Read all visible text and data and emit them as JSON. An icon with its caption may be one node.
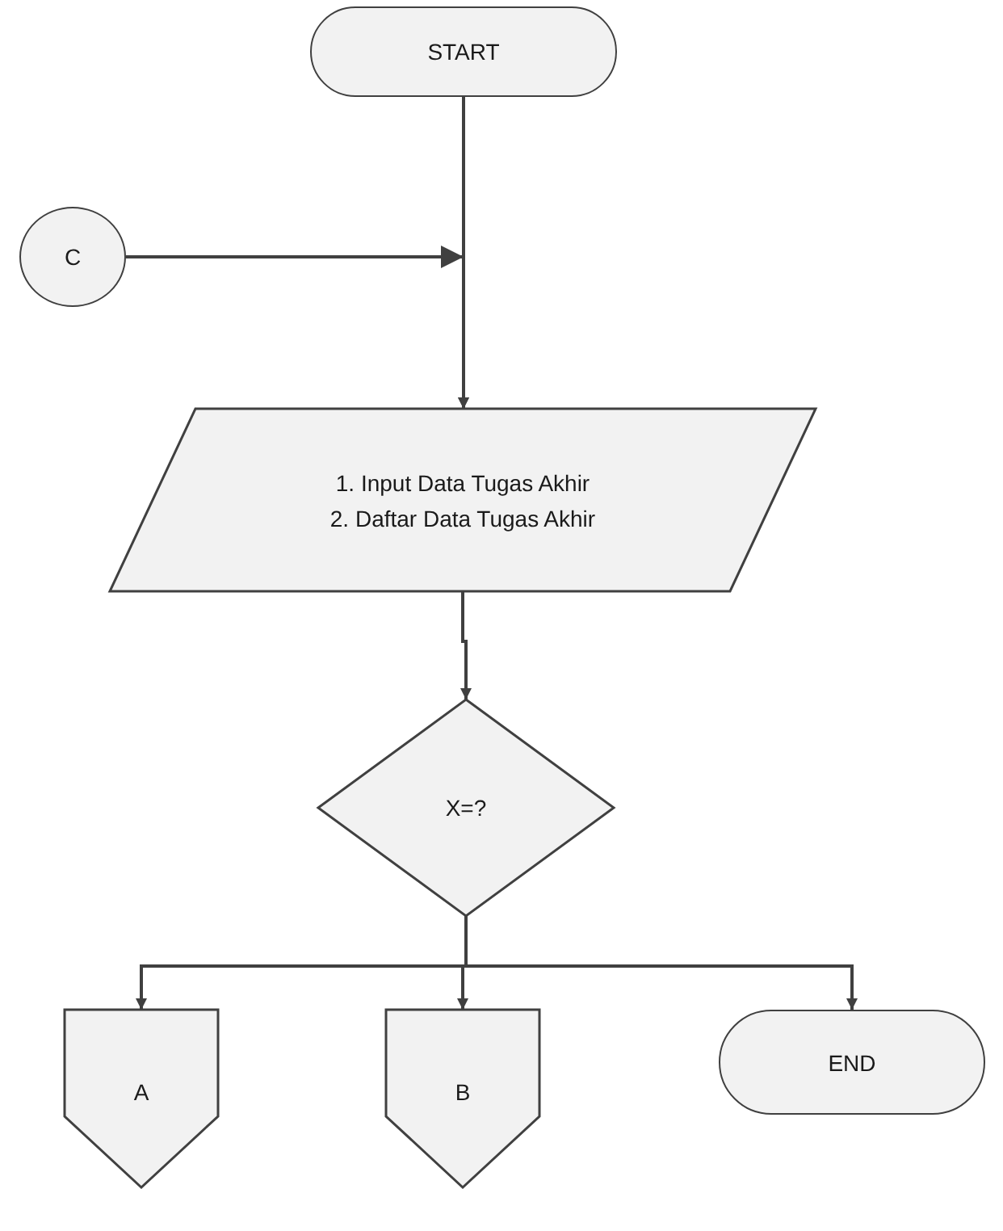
{
  "diagram": {
    "nodes": [
      {
        "text": [
          "START"
        ]
      },
      {
        "text": [
          "C"
        ]
      },
      {
        "text": [
          "1. Input Data Tugas Akhir",
          "2. Daftar Data Tugas Akhir"
        ]
      },
      {
        "text": [
          "X=?"
        ]
      },
      {
        "text": [
          "A"
        ]
      },
      {
        "text": [
          "B"
        ]
      },
      {
        "text": [
          "END"
        ]
      }
    ],
    "edges": [
      {
        "from": 0,
        "to": 2,
        "arrow": "to"
      },
      {
        "from": 1,
        "to": 2,
        "arrow": "to"
      },
      {
        "from": 2,
        "to": 3,
        "arrow": "to"
      },
      {
        "from": 3,
        "to": 4,
        "arrow": "to"
      },
      {
        "from": 3,
        "to": 5,
        "arrow": "to"
      },
      {
        "from": 3,
        "to": 6,
        "arrow": "to"
      }
    ]
  }
}
